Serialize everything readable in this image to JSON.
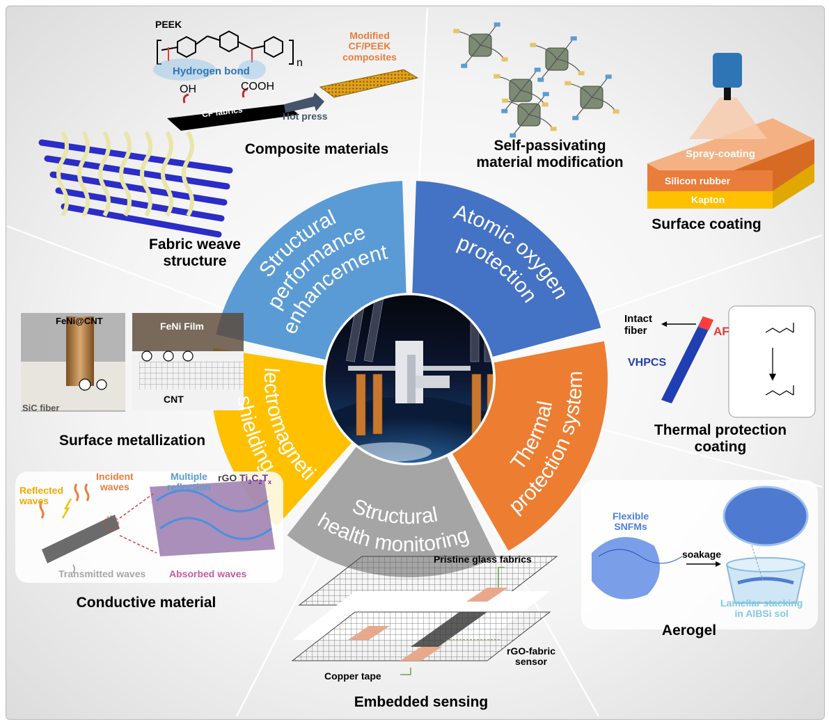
{
  "wheel": {
    "center_image": "space-station-over-earth",
    "segments": [
      {
        "label": "Structural performance enhancement",
        "color": "#5b9bd5"
      },
      {
        "label": "Atomic oxygen protection",
        "color": "#4472c4"
      },
      {
        "label": "Thermal protection system",
        "color": "#ed7d31"
      },
      {
        "label": "Structural health monitoring",
        "color": "#a5a5a5"
      },
      {
        "label": "Electromagnetic shielding",
        "color": "#ffc000"
      }
    ]
  },
  "panels": {
    "composite": {
      "caption": "Composite materials",
      "peek": "PEEK",
      "subscript_n": "n",
      "hbond": "Hydrogen bond",
      "oh": "OH",
      "cooh": "COOH",
      "cf_fabrics": "CF fabrics",
      "hot_press": "Hot press",
      "modified": "Modified",
      "modified2": "CF/PEEK",
      "modified3": "composites"
    },
    "fabric": {
      "caption1": "Fabric weave",
      "caption2": "structure"
    },
    "selfpass": {
      "caption1": "Self-passivating",
      "caption2": "material modification"
    },
    "surfcoat": {
      "caption": "Surface coating",
      "spray": "Spray-coating",
      "silicon": "Silicon rubber",
      "kapton": "Kapton"
    },
    "metal": {
      "caption": "Surface metallization",
      "fenicnt": "FeNi@CNT",
      "sic": "SiC fiber",
      "fenifilm": "FeNi Film",
      "cnt": "CNT"
    },
    "thermal": {
      "caption1": "Thermal protection",
      "caption2": "coating",
      "intact1": "Intact",
      "intact2": "fiber",
      "af": "AF",
      "vhpcs": "VHPCS"
    },
    "conductive": {
      "caption": "Conductive material",
      "reflected1": "Reflected",
      "reflected2": "waves",
      "incident1": "Incident",
      "incident2": "waves",
      "multiple1": "Multiple",
      "multiple2": "reflection",
      "rgo": "rGO",
      "ti": "Ti",
      "ti_sub3": "3",
      "c": "C",
      "c_sub2": "2",
      "t": "T",
      "t_subx": "x",
      "transmitted": "Transmitted waves",
      "absorbed": "Absorbed waves"
    },
    "embedded": {
      "caption": "Embedded sensing",
      "pristine": "Pristine glass fabrics",
      "rgo1": "rGO-fabric",
      "rgo2": "sensor",
      "copper": "Copper tape"
    },
    "aerogel": {
      "caption": "Aerogel",
      "flexible1": "Flexible",
      "flexible2": "SNFMs",
      "soakage": "soakage",
      "lamellar1": "Lamellar stacking",
      "lamellar2": "in AlBSi sol"
    }
  }
}
